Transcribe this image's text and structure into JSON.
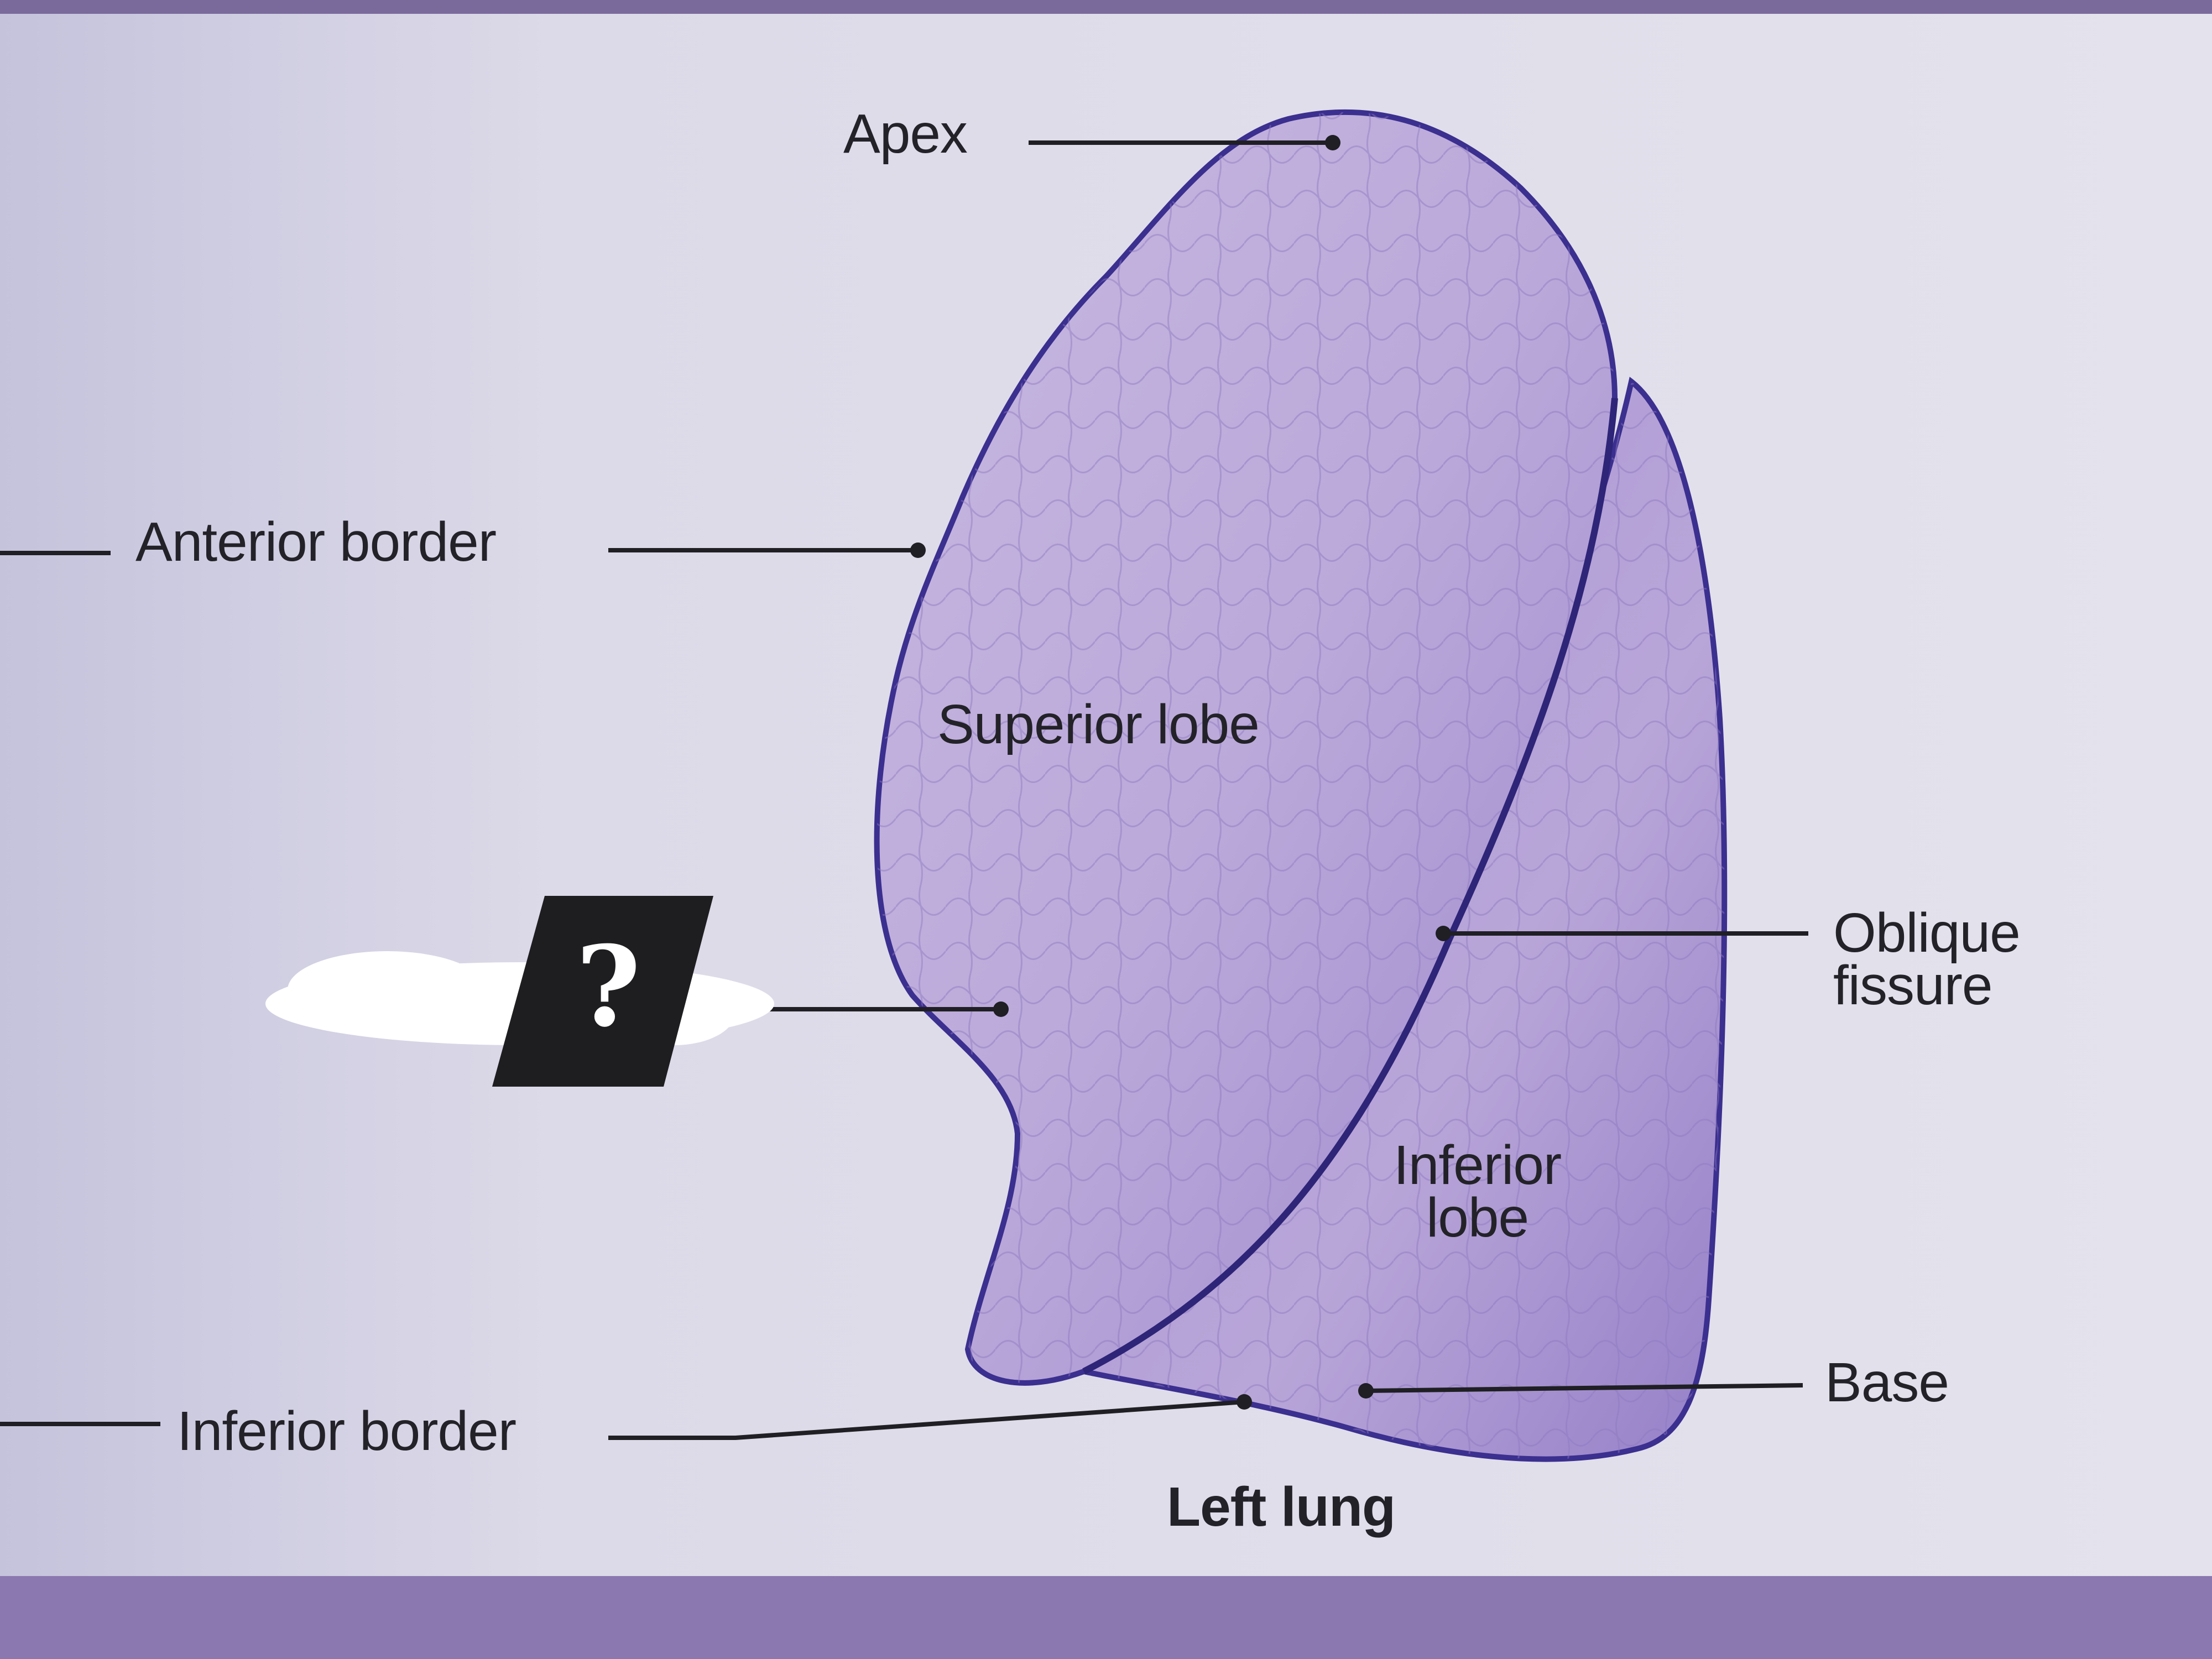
{
  "diagram": {
    "labels": {
      "apex": "Apex",
      "anterior_border": "Anterior border",
      "superior_lobe": "Superior lobe",
      "oblique_fissure": "Oblique\nfissure",
      "inferior_lobe": "Inferior\nlobe",
      "base": "Base",
      "inferior_border": "Inferior border",
      "caption": "Left lung",
      "hidden_label": "?"
    },
    "colors": {
      "background": "#d9d6e6",
      "lung_fill": "#b5a3d6",
      "lung_outline": "#3b2f8f",
      "leader_line": "#1f1f24",
      "quiz_box": "#1e1e20",
      "redaction": "#ffffff",
      "bottom_band": "#8b78b0"
    }
  }
}
